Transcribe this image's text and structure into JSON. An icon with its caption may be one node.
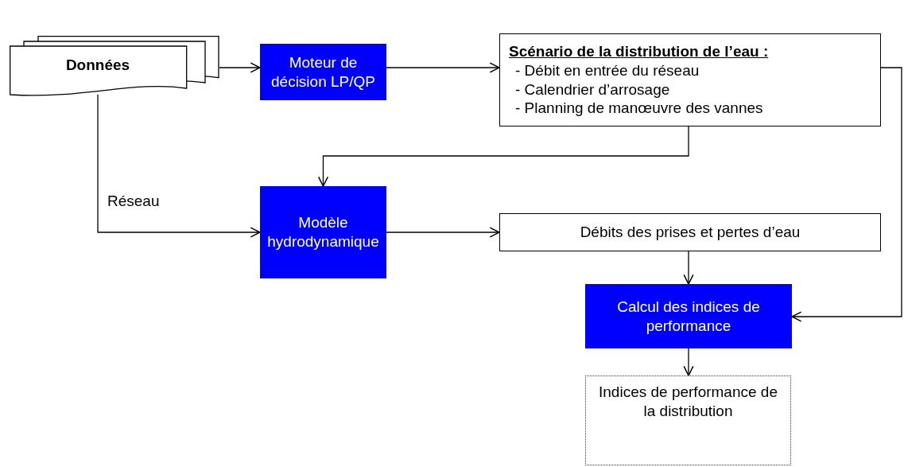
{
  "diagram": {
    "nodes": [
      {
        "text": [
          "Données"
        ]
      },
      {
        "text": [
          "Moteur de décision LP/QP"
        ]
      },
      {
        "text": [
          "Scénario de la distribution de l’eau :",
          "- Débit en entrée du réseau",
          "- Calendrier d’arrosage",
          "- Planning de manœuvre des vannes"
        ]
      },
      {
        "text": [
          "Modèle hydrodynamique"
        ]
      },
      {
        "text": [
          "Débits des prises et pertes d’eau"
        ]
      },
      {
        "text": [
          "Calcul des indices de performance"
        ]
      },
      {
        "text": [
          "Indices de performance de la distribution"
        ]
      }
    ],
    "edges": [
      {
        "from": 0,
        "to": 1,
        "arrow": "to"
      },
      {
        "from": 1,
        "to": 2,
        "arrow": "to"
      },
      {
        "from": 2,
        "to": 3,
        "arrow": "to"
      },
      {
        "from": 0,
        "to": 3,
        "arrow": "to",
        "label": "Réseau"
      },
      {
        "from": 3,
        "to": 4,
        "arrow": "to"
      },
      {
        "from": 4,
        "to": 5,
        "arrow": "to"
      },
      {
        "from": 2,
        "to": 5,
        "arrow": "to"
      },
      {
        "from": 5,
        "to": 6,
        "arrow": "to"
      }
    ]
  }
}
